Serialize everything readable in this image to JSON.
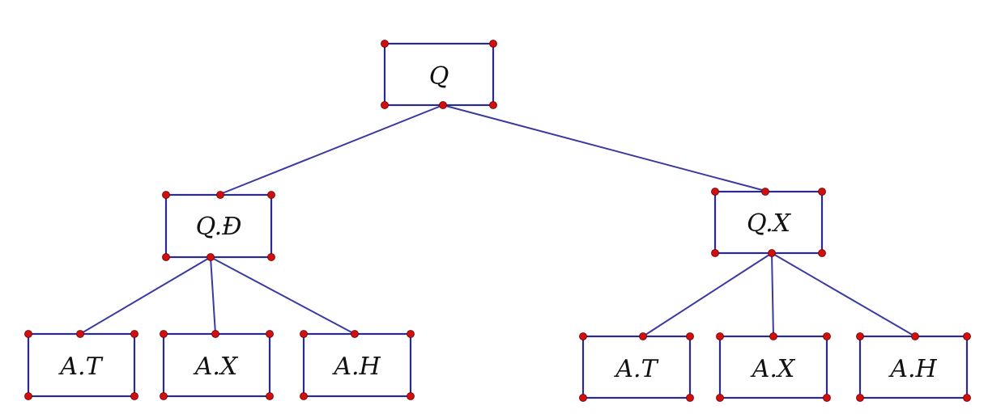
{
  "diagram": {
    "nodes": {
      "root": "Q",
      "left_child": "Q.Đ",
      "right_child": "Q.X",
      "left_leaf_1": "A.T",
      "left_leaf_2": "A.X",
      "left_leaf_3": "A.H",
      "right_leaf_1": "A.T",
      "right_leaf_2": "A.X",
      "right_leaf_3": "A.H"
    },
    "colors": {
      "box_stroke": "#2b2b8f",
      "edge": "#3a3aa0",
      "vertex_dot": "#d10f0f",
      "text": "#111111"
    }
  }
}
